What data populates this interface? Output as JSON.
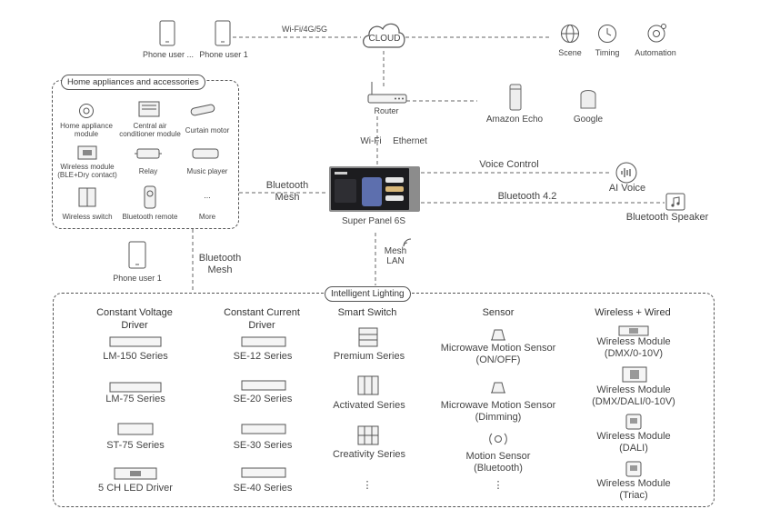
{
  "top": {
    "phone_user_a": "Phone user ...",
    "phone_user_b": "Phone user 1",
    "wifi_label": "Wi-Fi/4G/5G",
    "cloud": "CLOUD",
    "scene": "Scene",
    "timing": "Timing",
    "automation": "Automation"
  },
  "router": {
    "label": "Router",
    "wifi": "Wi-Fi",
    "ethernet": "Ethernet",
    "amazon_echo": "Amazon Echo",
    "google": "Google"
  },
  "home": {
    "title": "Home appliances and accessories",
    "items": [
      [
        "Home appliance",
        "module"
      ],
      [
        "Central air",
        "conditioner module"
      ],
      [
        "Curtain motor"
      ],
      [
        "Wireless module",
        "(BLE+Dry contact)"
      ],
      [
        "Relay"
      ],
      [
        "Music player"
      ],
      [
        "Wireless switch"
      ],
      [
        "Bluetooth remote"
      ],
      [
        "More"
      ]
    ],
    "dots": "..."
  },
  "panel": {
    "name": "Super Panel 6S",
    "bt_mesh": [
      "Bluetooth",
      "Mesh"
    ],
    "voice_control": "Voice Control",
    "ai_voice": "AI Voice",
    "bt42": "Bluetooth 4.2",
    "bt_speaker": "Bluetooth Speaker",
    "mesh_lan": [
      "Mesh",
      "LAN"
    ]
  },
  "phone_user_c": "Phone user 1",
  "bt_mesh_2": [
    "Bluetooth",
    "Mesh"
  ],
  "lighting": {
    "title": "Intelligent Lighting",
    "columns": [
      {
        "header": [
          "Constant Voltage",
          "Driver"
        ],
        "items": [
          [
            "LM-150 Series"
          ],
          [
            "LM-75 Series"
          ],
          [
            "ST-75 Series"
          ],
          [
            "5 CH LED Driver"
          ]
        ]
      },
      {
        "header": [
          "Constant Current",
          "Driver"
        ],
        "items": [
          [
            "SE-12 Series"
          ],
          [
            "SE-20 Series"
          ],
          [
            "SE-30 Series"
          ],
          [
            "SE-40 Series"
          ]
        ]
      },
      {
        "header": [
          "Smart Switch"
        ],
        "items": [
          [
            "Premium Series"
          ],
          [
            "Activated Series"
          ],
          [
            "Creativity Series"
          ]
        ],
        "more": "⋮"
      },
      {
        "header": [
          "Sensor"
        ],
        "items": [
          [
            "Microwave Motion Sensor",
            "(ON/OFF)"
          ],
          [
            "Microwave Motion Sensor",
            "(Dimming)"
          ],
          [
            "Motion Sensor",
            "(Bluetooth)"
          ]
        ],
        "more": "⋮"
      },
      {
        "header": [
          "Wireless + Wired"
        ],
        "items": [
          [
            "Wireless Module",
            "(DMX/0-10V)"
          ],
          [
            "Wireless Module",
            "(DMX/DALI/0-10V)"
          ],
          [
            "Wireless Module",
            "(DALI)"
          ],
          [
            "Wireless Module",
            "(Triac)"
          ]
        ]
      }
    ]
  }
}
